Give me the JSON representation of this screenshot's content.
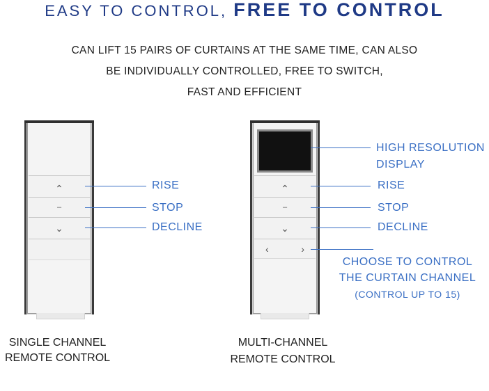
{
  "header": {
    "title_light": "EASY TO CONTROL,",
    "title_bold": "FREE TO CONTROL",
    "description": [
      "CAN LIFT 15 PAIRS OF CURTAINS AT THE SAME TIME, CAN ALSO",
      "BE INDIVIDUALLY CONTROLLED, FREE TO SWITCH,",
      "FAST AND EFFICIENT"
    ]
  },
  "single_remote": {
    "caption_line1": "SINGLE CHANNEL",
    "caption_line2": "REMOTE CONTROL",
    "labels": {
      "rise": "RISE",
      "stop": "STOP",
      "decline": "DECLINE"
    }
  },
  "multi_remote": {
    "caption_line1": "MULTI-CHANNEL",
    "caption_line2": "REMOTE CONTROL",
    "labels": {
      "display_line1": "HIGH RESOLUTION",
      "display_line2": "DISPLAY",
      "rise": "RISE",
      "stop": "STOP",
      "decline": "DECLINE",
      "channel_line1": "CHOOSE TO CONTROL",
      "channel_line2": "THE CURTAIN CHANNEL",
      "channel_line3": "(CONTROL UP TO 15)"
    }
  },
  "icons": {
    "up": "⌃",
    "stop": "–",
    "down": "⌄",
    "left": "‹",
    "right": "›"
  },
  "colors": {
    "title": "#1f3a86",
    "callout": "#3a6fc4"
  }
}
